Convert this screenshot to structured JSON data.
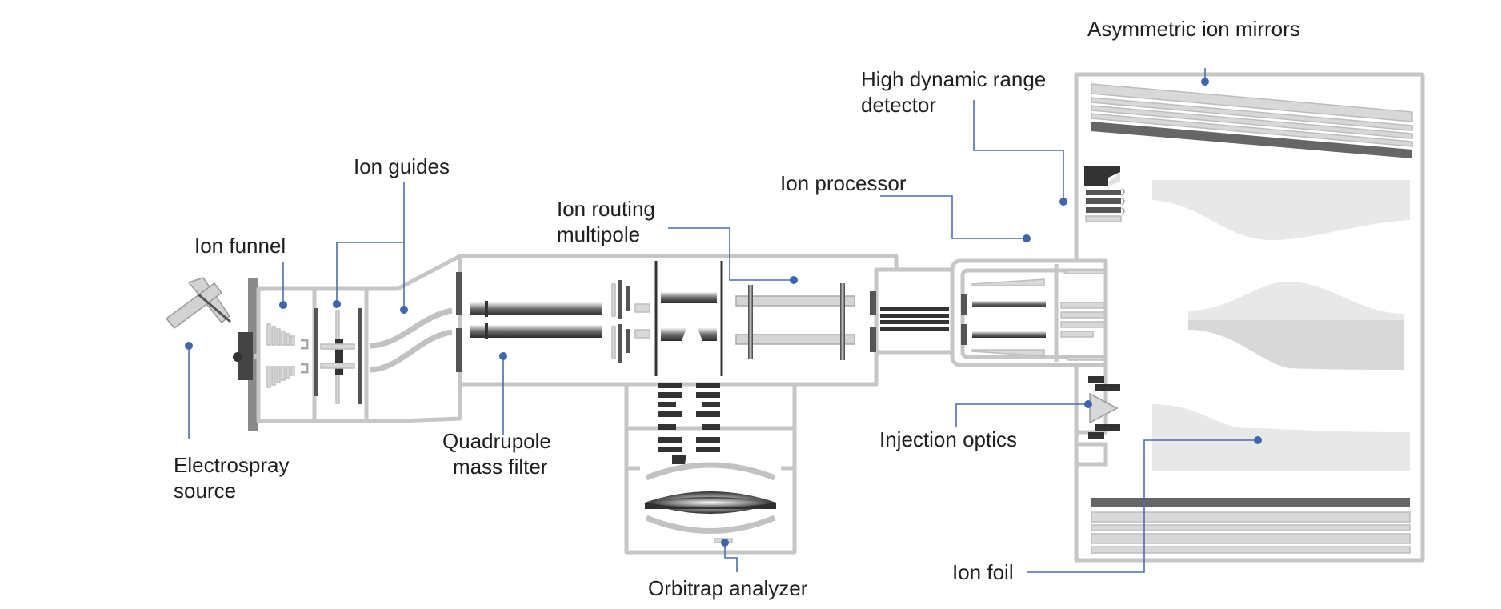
{
  "labels": {
    "electrospray": [
      "Electrospray",
      "source"
    ],
    "ion_funnel": "Ion funnel",
    "ion_guides": "Ion guides",
    "quadrupole": [
      "Quadrupole",
      "mass filter"
    ],
    "ion_routing": [
      "Ion routing",
      "multipole"
    ],
    "orbitrap": "Orbitrap analyzer",
    "ion_processor": "Ion processor",
    "detector": [
      "High dynamic range",
      "detector"
    ],
    "mirrors": "Asymmetric ion mirrors",
    "injection": "Injection optics",
    "ion_foil": "Ion foil"
  },
  "colors": {
    "leader": "#4a6ea8",
    "dot": "#3f66ad",
    "housing": "#c6c6c6",
    "electrode_dark": "#555555",
    "electrode_light": "#d8d8d8"
  }
}
